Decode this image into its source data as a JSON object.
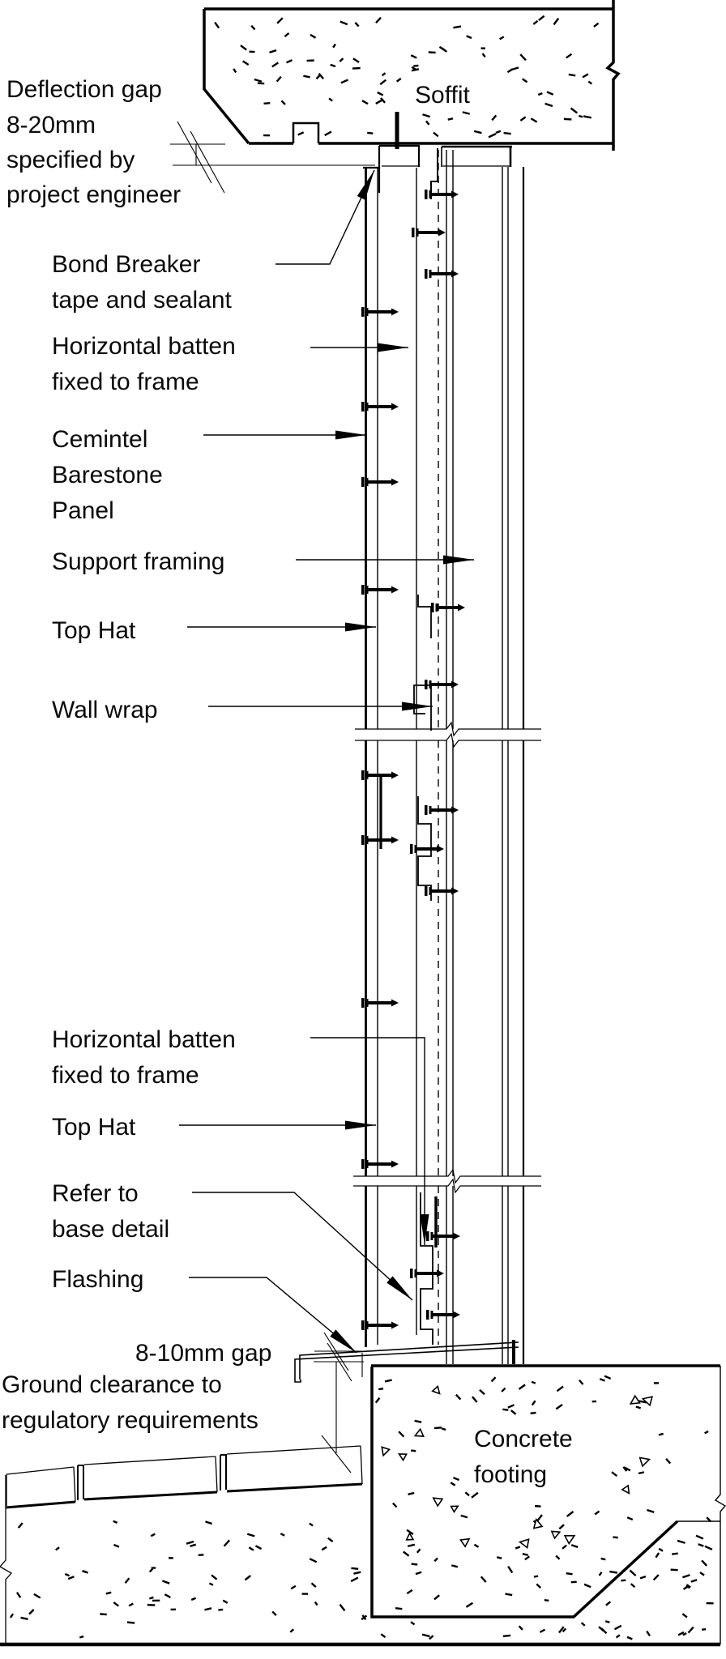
{
  "page": {
    "background": "#ffffff",
    "line_color": "#000000"
  },
  "diagram": {
    "type": "construction-detail-section",
    "soffit_label": "Soffit",
    "footing_label": [
      "Concrete",
      "footing"
    ],
    "callouts": {
      "deflection_gap": [
        "Deflection gap",
        "8-20mm",
        "specified by",
        "project engineer"
      ],
      "bond_breaker": [
        "Bond Breaker",
        "tape and sealant"
      ],
      "horizontal_batten_upper": [
        "Horizontal batten",
        "fixed to frame"
      ],
      "cemintel_panel": [
        "Cemintel",
        "Barestone",
        "Panel"
      ],
      "support_framing": [
        "Support framing"
      ],
      "top_hat_upper": [
        "Top Hat"
      ],
      "wall_wrap": [
        "Wall wrap"
      ],
      "horizontal_batten_lower": [
        "Horizontal batten",
        "fixed to frame"
      ],
      "top_hat_lower": [
        "Top Hat"
      ],
      "refer_to_base_detail": [
        "Refer to",
        "base detail"
      ],
      "flashing": [
        "Flashing"
      ],
      "gap_8_10mm": [
        "8-10mm gap"
      ],
      "ground_clearance": [
        "Ground clearance to",
        "regulatory requirements"
      ]
    }
  }
}
